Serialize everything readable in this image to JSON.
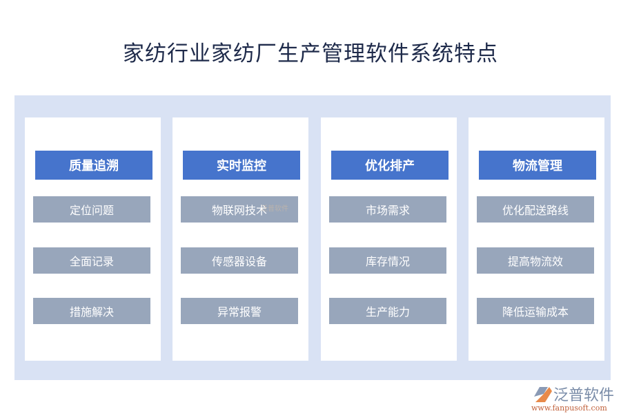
{
  "title": "家纺行业家纺厂生产管理软件系统特点",
  "columns": [
    {
      "header": "质量追溯",
      "items": [
        "定位问题",
        "全面记录",
        "措施解决"
      ]
    },
    {
      "header": "实时监控",
      "items": [
        "物联网技术",
        "传感器设备",
        "异常报警"
      ]
    },
    {
      "header": "优化排产",
      "items": [
        "市场需求",
        "库存情况",
        "生产能力"
      ]
    },
    {
      "header": "物流管理",
      "items": [
        "优化配送路线",
        "提高物流效",
        "降低运输成本"
      ]
    }
  ],
  "logo": {
    "name": "泛普软件",
    "url": "www.fanpusoft.com"
  },
  "colors": {
    "header": "#4674cc",
    "item": "#98a6bb",
    "panel": "#d9e2f4"
  }
}
